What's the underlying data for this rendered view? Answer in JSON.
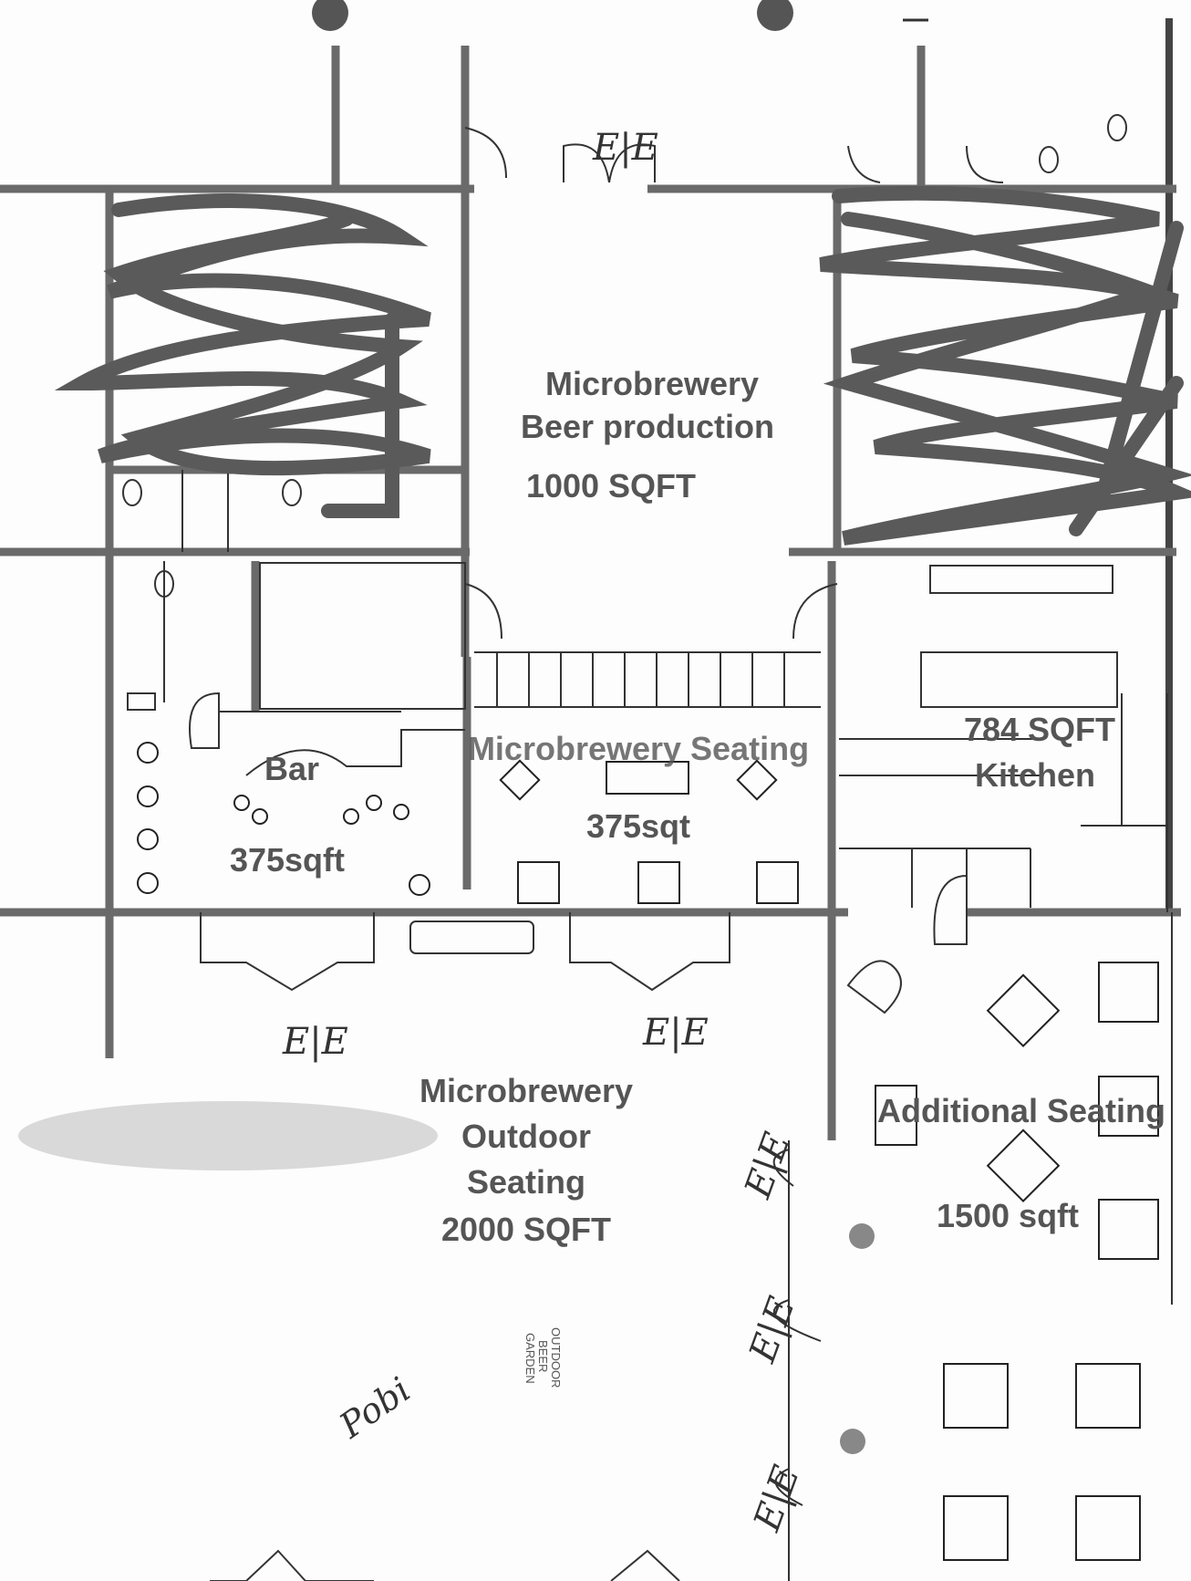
{
  "labels": {
    "production_line1": "Microbrewery",
    "production_line2": "Beer production",
    "production_area": "1000 SQFT",
    "seating_name": "Microbrewery Seating",
    "seating_area": "375sqt",
    "bar_name": "Bar",
    "bar_area": "375sqft",
    "kitchen_area": "784 SQFT",
    "kitchen_name": "Kitchen",
    "outdoor_line1": "Microbrewery",
    "outdoor_line2": "Outdoor",
    "outdoor_line3": "Seating",
    "outdoor_area": "2000 SQFT",
    "additional_name": "Additional Seating",
    "additional_area": "1500 sqft",
    "beer_garden_1": "OUTDOOR",
    "beer_garden_2": "BEER",
    "beer_garden_3": "GARDEN"
  },
  "handwriting": {
    "exit_mark": "E|E",
    "initials": "Pobi"
  },
  "colors": {
    "scribble": "#5a5a5a",
    "wall": "#6a6a6a",
    "label": "#555555",
    "furniture": "#333333"
  }
}
